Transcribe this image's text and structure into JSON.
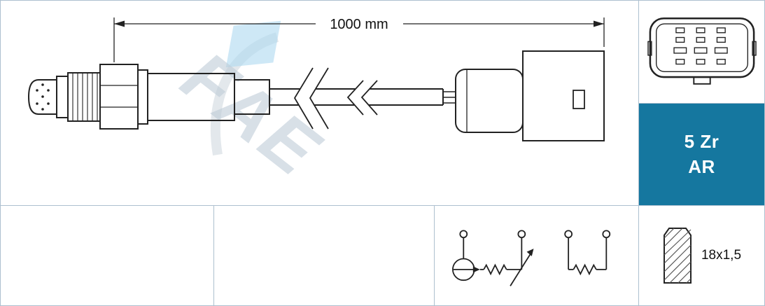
{
  "colors": {
    "accent_blue": "#15779f",
    "grid_border": "#adc0cf",
    "line": "#222222"
  },
  "main_diagram": {
    "dimension_label": "1000 mm"
  },
  "watermark": {
    "text": "FAE"
  },
  "right_panel": {
    "code_line1": "5 Zr",
    "code_line2": "AR",
    "thread_size": "18x1,5"
  },
  "icons": {
    "sensor": "oxygen-sensor-drawing",
    "connector_pinout": "connector-pinout-icon",
    "schematic": "wiring-schematic-icon",
    "thread": "thread-size-icon"
  }
}
